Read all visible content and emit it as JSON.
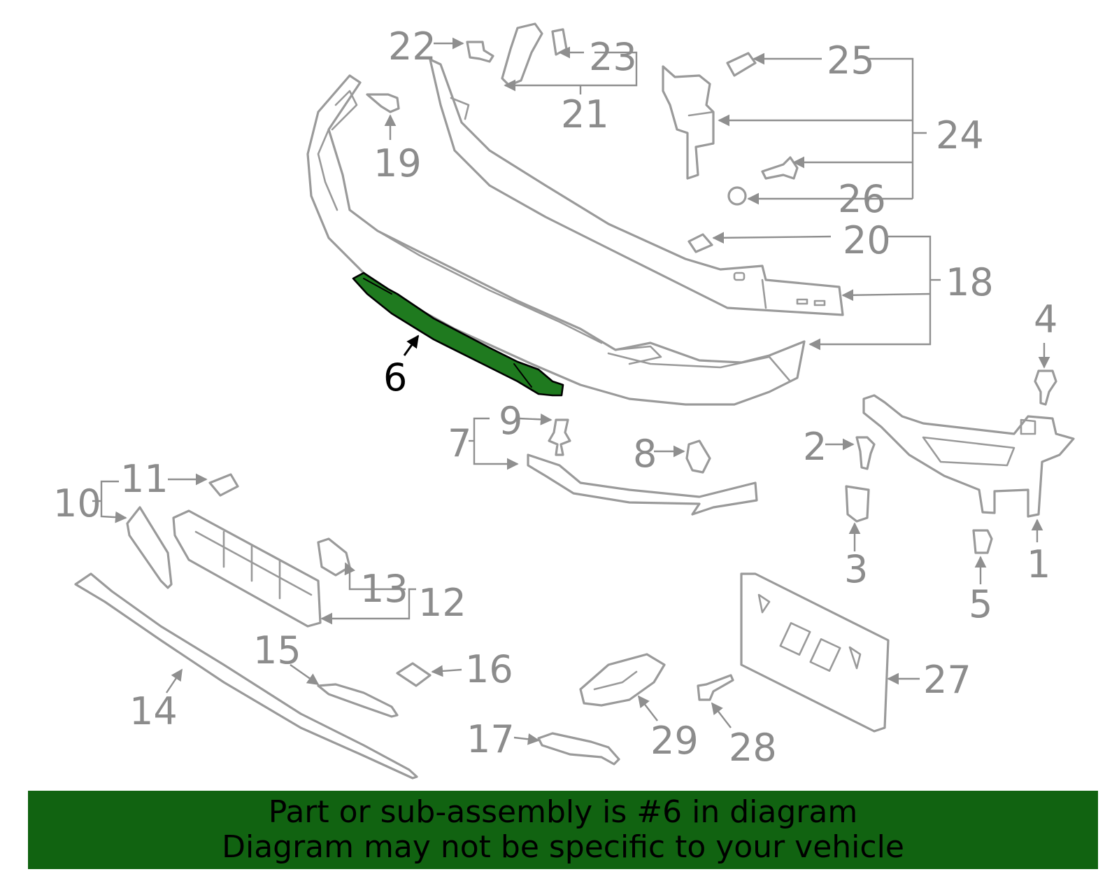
{
  "callouts": {
    "c1": "1",
    "c2": "2",
    "c3": "3",
    "c4": "4",
    "c5": "5",
    "c6": "6",
    "c7": "7",
    "c8": "8",
    "c9": "9",
    "c10": "10",
    "c11": "11",
    "c12": "12",
    "c13": "13",
    "c14": "14",
    "c15": "15",
    "c16": "16",
    "c17": "17",
    "c18": "18",
    "c19": "19",
    "c20": "20",
    "c21": "21",
    "c22": "22",
    "c23": "23",
    "c24": "24",
    "c25": "25",
    "c26": "26",
    "c27": "27",
    "c28": "28",
    "c29": "29"
  },
  "highlighted_part": "6",
  "colors": {
    "highlight": "#1f7a1f",
    "banner": "#116311",
    "line_art": "#9a9a9a"
  },
  "banner": {
    "line1": "Part or sub-assembly is #6 in diagram",
    "line2": "Diagram may not be specific to your vehicle"
  }
}
